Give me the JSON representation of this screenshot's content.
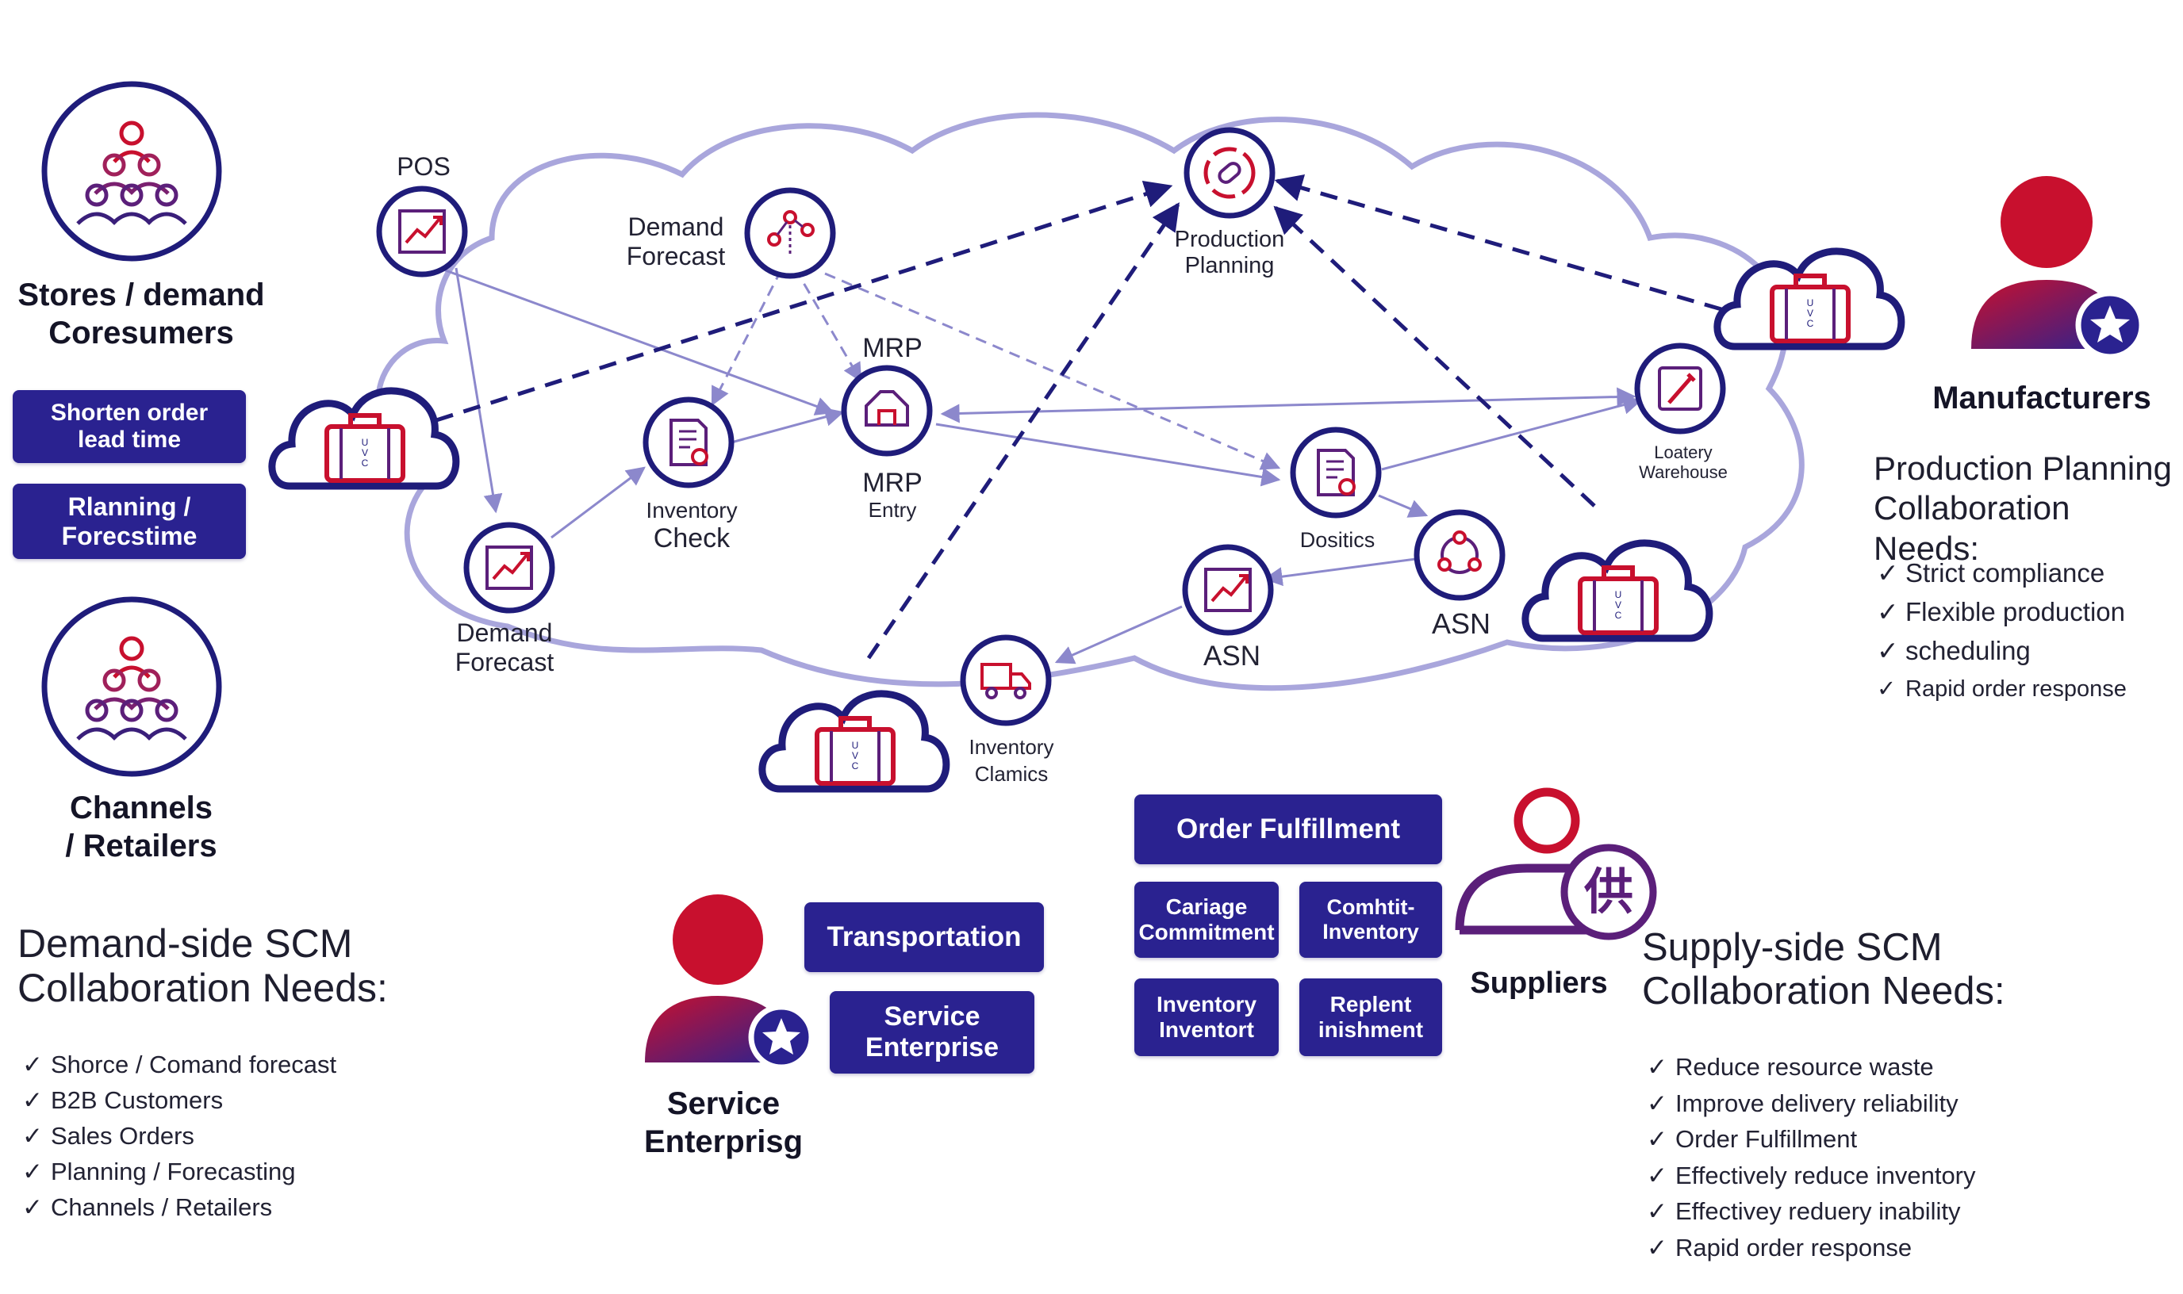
{
  "colors": {
    "navy": "#1f1c7a",
    "red": "#c8102e",
    "purple": "#5b1f7a",
    "cloud": "#a9a6dc",
    "button": "#2a2290"
  },
  "left_column": {
    "stores_label": [
      "Stores / demand",
      "Coresumers"
    ],
    "channels_label": [
      "Channels",
      "/ Retailers"
    ],
    "buttons": [
      {
        "lines": [
          "Shorten order",
          "lead time"
        ]
      },
      {
        "lines": [
          "Rlanning /",
          "Forecstime"
        ]
      }
    ],
    "demand_needs_title": [
      "Demand-side SCM",
      "Collaboration Needs:"
    ],
    "demand_needs": [
      "Shorce / Comand forecast",
      "B2B Customers",
      "Sales Orders",
      "Planning / Forecasting",
      "Channels / Retailers"
    ]
  },
  "network_labels": {
    "pos": "POS",
    "demand_forecast_top": [
      "Demand",
      "Forecast"
    ],
    "production_planning": [
      "Production",
      "Planning"
    ],
    "mrp_top": "MRP",
    "mrp_entry": [
      "MRP",
      "Entry"
    ],
    "inventory_check": [
      "Inventory",
      "Check"
    ],
    "demand_forecast_bottom": [
      "Demand",
      "Forecast"
    ],
    "loatery_warehouse": [
      "Loatery",
      "Warehouse"
    ],
    "dositics": "Dositics",
    "asn_right": "ASN",
    "asn_center": "ASN",
    "inventory_clamics": [
      "Inventory",
      "Clamics"
    ]
  },
  "manufacturers": {
    "label": "Manufacturers",
    "needs_title": [
      "Production Planning",
      "Collaboration Needs:"
    ],
    "needs": [
      "Strict compliance",
      "Flexible production",
      "scheduling",
      "Rapid order response"
    ]
  },
  "service": {
    "label": [
      "Service",
      "Enterprisg"
    ],
    "buttons": [
      {
        "lines": [
          "Transportation"
        ]
      },
      {
        "lines": [
          "Service",
          "Enterprise"
        ]
      }
    ]
  },
  "order_fulfillment": {
    "title": "Order Fulfillment",
    "tiles": [
      {
        "lines": [
          "Cariage",
          "Commitment"
        ]
      },
      {
        "lines": [
          "Comhtit-",
          "Inventory"
        ]
      },
      {
        "lines": [
          "Inventory",
          "Inventort"
        ]
      },
      {
        "lines": [
          "Replent",
          "inishment"
        ]
      }
    ]
  },
  "suppliers": {
    "label": "Suppliers",
    "badge": "供"
  },
  "supply_needs": {
    "title": [
      "Supply-side SCM",
      "Collaboration Needs:"
    ],
    "items": [
      "Reduce resource waste",
      "Improve delivery reliability",
      "Order Fulfillment",
      "Effectively reduce inventory",
      "Effectivey reduery inability",
      "Rapid order response"
    ]
  },
  "cloud_badge_text": [
    "U",
    "V",
    "C"
  ]
}
